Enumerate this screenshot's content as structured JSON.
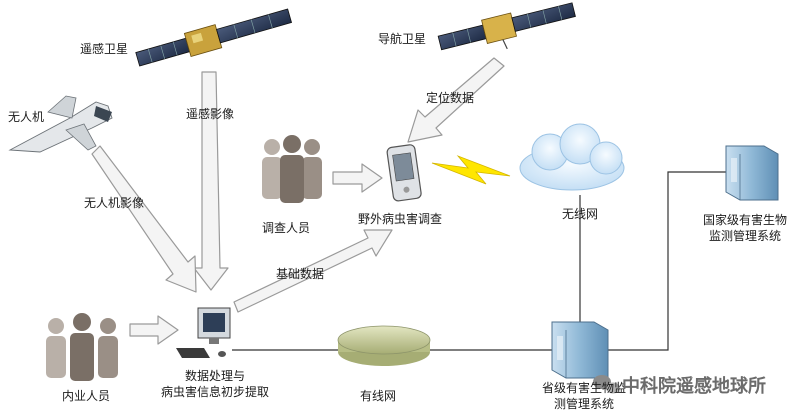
{
  "labels": {
    "remote_satellite": "遥感卫星",
    "nav_satellite": "导航卫星",
    "uav": "无人机",
    "remote_imagery": "遥感影像",
    "positioning_data": "定位数据",
    "uav_imagery": "无人机影像",
    "survey_staff": "调查人员",
    "field_survey": "野外病虫害调查",
    "wireless_net": "无线网",
    "basic_data": "基础数据",
    "national_system_line1": "国家级有害生物",
    "national_system_line2": "监测管理系统",
    "office_staff": "内业人员",
    "processing_line1": "数据处理与",
    "processing_line2": "病虫害信息初步提取",
    "wired_net": "有线网",
    "provincial_line1": "省级有害生物监",
    "provincial_line2": "测管理系统"
  },
  "watermark": "中科院遥感地球所",
  "watermark_icon": "wechat-icon",
  "colors": {
    "arrow_fill": "#f4f4f4",
    "arrow_stroke": "#9a9a9a",
    "people_dark": "#7a6f66",
    "people_light": "#b9b0a8",
    "cloud": "#d9ecfb",
    "wired_disk": "#c8cf9a",
    "server": "#8fb8d6",
    "lightning": "#ffe600"
  }
}
